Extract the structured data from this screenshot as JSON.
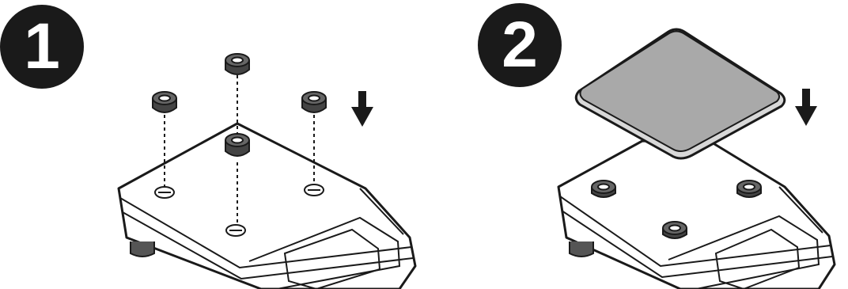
{
  "steps": [
    {
      "number": "1",
      "action": "place-feet",
      "arrow": "down-arrow-icon"
    },
    {
      "number": "2",
      "action": "place-weighing-pan",
      "arrow": "down-arrow-icon"
    }
  ],
  "colors": {
    "outline": "#1a1a1a",
    "badge": "#1a1a1a",
    "pan_fill": "#a9a9a9",
    "pan_edge": "#d8d8d8",
    "foot_fill": "#444444"
  }
}
